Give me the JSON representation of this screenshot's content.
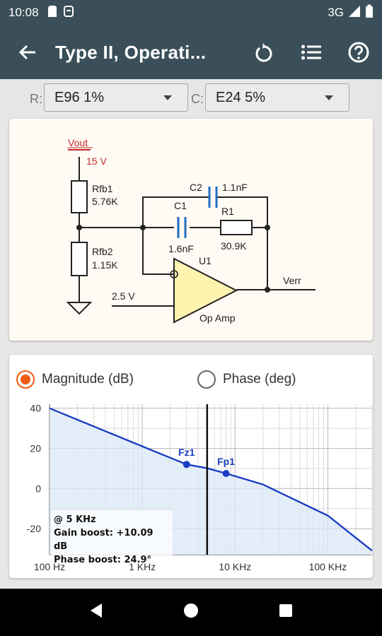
{
  "status": {
    "time": "10:08",
    "network": "3G"
  },
  "app_bar": {
    "title": "Type II, Operati..."
  },
  "selectors": {
    "r_label": "R:",
    "r_value": "E96 1%",
    "c_label": "C:",
    "c_value": "E24 5%"
  },
  "schematic": {
    "vout": "Vout",
    "vsupply": "15 V",
    "rfb1_name": "Rfb1",
    "rfb1_value": "5.76K",
    "rfb2_name": "Rfb2",
    "rfb2_value": "1.15K",
    "c1_name": "C1",
    "c1_value": "1.6nF",
    "c2_name": "C2",
    "c2_value": "1.1nF",
    "r1_name": "R1",
    "r1_value": "30.9K",
    "u1_name": "U1",
    "opamp_label": "Op Amp",
    "vref": "2.5 V",
    "verr": "Verr"
  },
  "plot": {
    "mode_magnitude": "Magnitude (dB)",
    "mode_phase": "Phase (deg)",
    "selected_mode": "magnitude",
    "overlay_freq": "@ 5 KHz",
    "overlay_gain": "Gain boost: +10.09 dB",
    "overlay_phase": "Phase boost: 24.9°"
  },
  "colors": {
    "accent": "#f05a14",
    "curve": "#1a3ec4",
    "bar": "#3a4f59"
  },
  "chart_data": {
    "type": "line",
    "x_scale": "log",
    "xlim": [
      100,
      300000
    ],
    "ylim": [
      -33,
      42
    ],
    "x_ticks": [
      100,
      1000,
      10000,
      100000
    ],
    "x_tick_labels": [
      "100 Hz",
      "1 KHz",
      "10 KHz",
      "100 KHz"
    ],
    "y_ticks": [
      40,
      20,
      0,
      -20
    ],
    "y_tick_labels": [
      "40",
      "20",
      "0",
      "-20"
    ],
    "grid": true,
    "series": [
      {
        "x": [
          100,
          1000,
          3000,
          5000,
          8000,
          20000,
          100000,
          300000
        ],
        "y": [
          40,
          21,
          12,
          10.1,
          7.5,
          2,
          -13.5,
          -31
        ]
      }
    ],
    "markers": [
      {
        "label": "Fz1",
        "x": 3000,
        "y": 12
      },
      {
        "label": "Fp1",
        "x": 8000,
        "y": 7.5
      }
    ],
    "cursor_x": 5000
  }
}
